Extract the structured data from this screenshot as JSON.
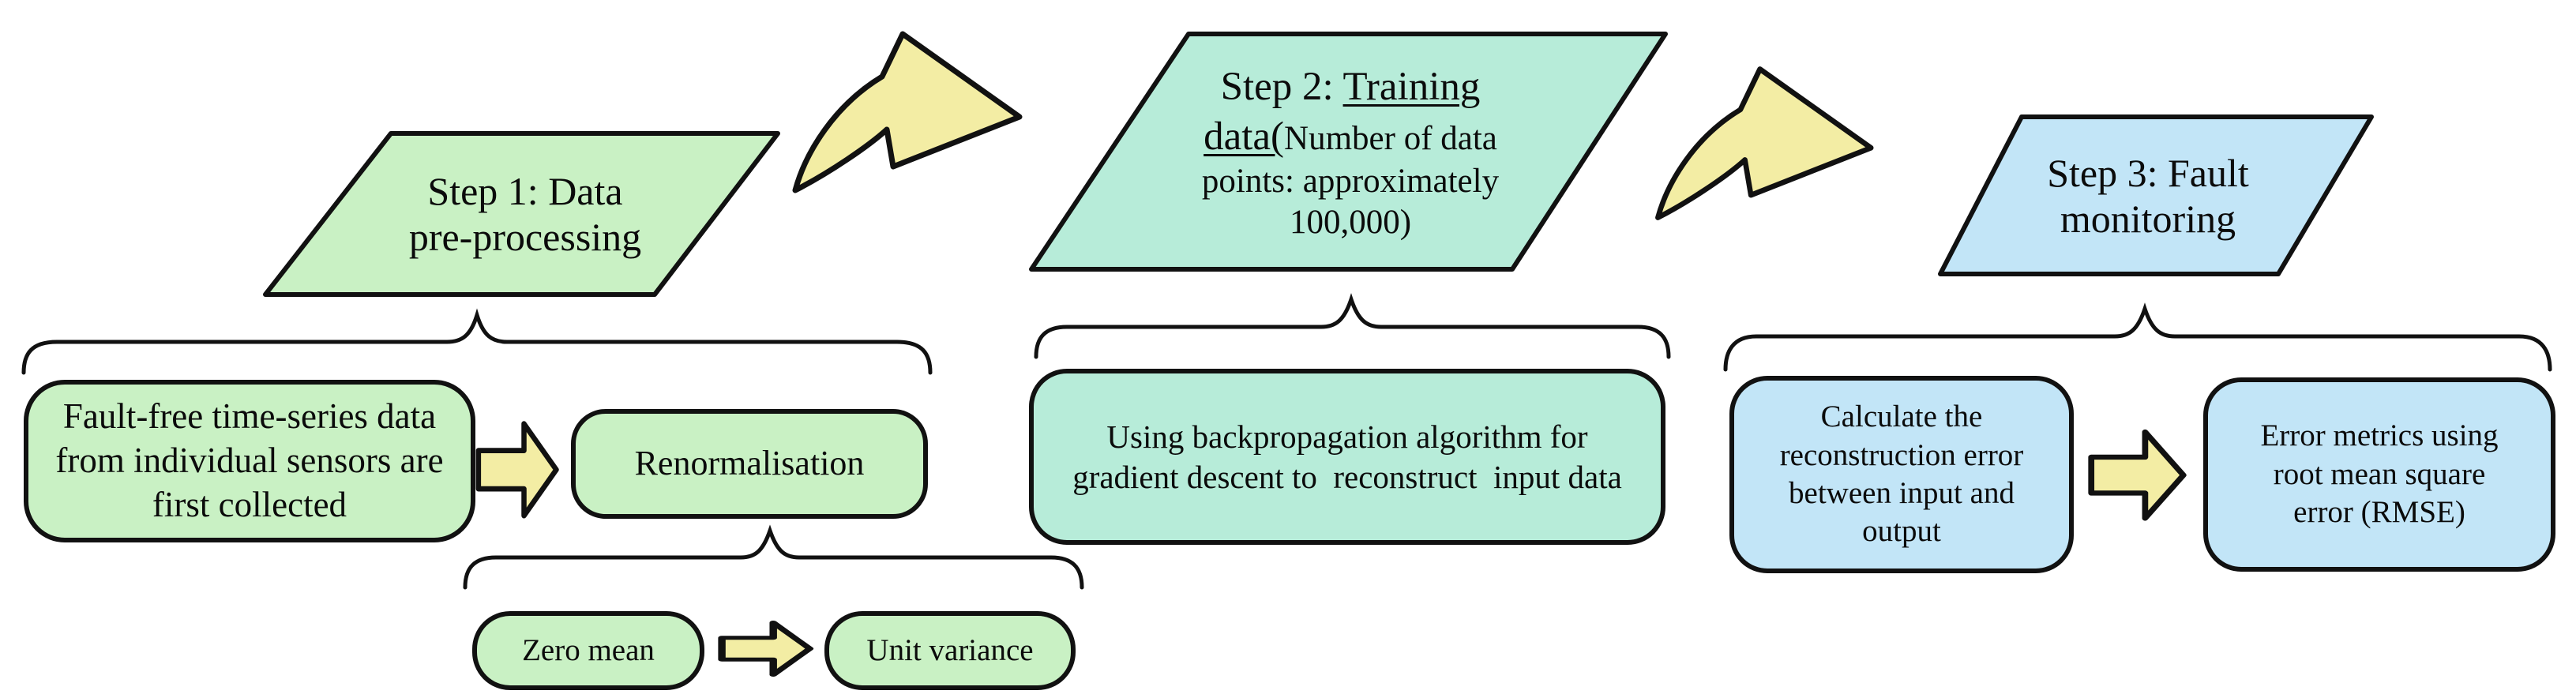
{
  "colors": {
    "green": "#c9f1c4",
    "teal": "#b7ecd9",
    "blue": "#c2e5f7",
    "yellow": "#f3eda4",
    "outline": "#111111"
  },
  "step1": {
    "title": "Step 1: Data\npre-processing",
    "collect_box": "Fault-free time-series data\nfrom individual sensors are\nfirst collected",
    "renormalisation_box": "Renormalisation",
    "zero_mean_box": "Zero mean",
    "unit_variance_box": "Unit variance"
  },
  "step2": {
    "title_line1_normal": "Step 2: ",
    "title_line1_underlined": "Training",
    "title_line2_underlined": "data(",
    "title_line2_small": "Number of data",
    "title_line3_small": "points: approximately",
    "title_line4_small": "100,000)",
    "process_box": "Using backpropagation algorithm for\ngradient descent to  reconstruct  input data"
  },
  "step3": {
    "title": "Step 3: Fault\nmonitoring",
    "reconstruction_error_box": "Calculate the\nreconstruction error\nbetween input and\noutput",
    "rmse_box": "Error metrics using\nroot mean square\nerror (RMSE)"
  }
}
